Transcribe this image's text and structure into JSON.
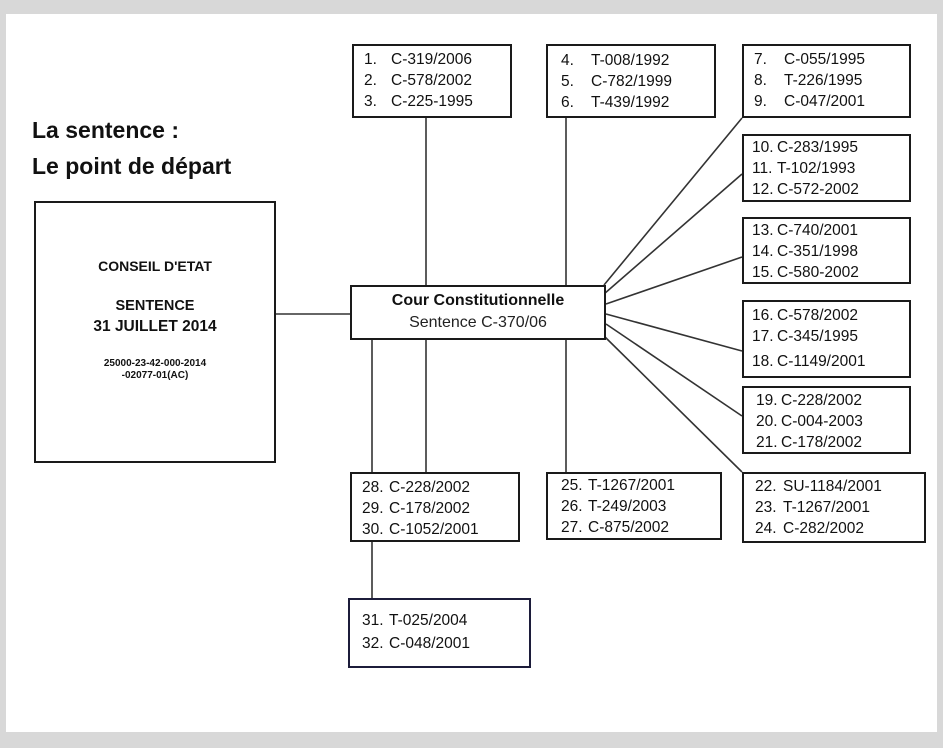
{
  "title": {
    "line1": "La sentence :",
    "line2": "Le point de départ"
  },
  "conseil": {
    "court": "CONSEIL D'ETAT",
    "label": "SENTENCE",
    "date": "31 JUILLET 2014",
    "ref_line1": "25000-23-42-000-2014",
    "ref_line2": "-02077-01(AC)"
  },
  "center": {
    "court": "Cour Constitutionnelle",
    "sentence": "Sentence C-370/06"
  },
  "groups": [
    {
      "items": [
        {
          "num": "1.",
          "ref": "C-319/2006"
        },
        {
          "num": "2.",
          "ref": "C-578/2002"
        },
        {
          "num": "3.",
          "ref": "C-225-1995"
        }
      ]
    },
    {
      "items": [
        {
          "num": "4.",
          "ref": "T-008/1992"
        },
        {
          "num": "5.",
          "ref": "C-782/1999"
        },
        {
          "num": "6.",
          "ref": "T-439/1992"
        }
      ]
    },
    {
      "items": [
        {
          "num": "7.",
          "ref": "C-055/1995"
        },
        {
          "num": "8.",
          "ref": "T-226/1995"
        },
        {
          "num": "9.",
          "ref": "C-047/2001"
        }
      ]
    },
    {
      "items": [
        {
          "num": "10.",
          "ref": "C-283/1995"
        },
        {
          "num": "11.",
          "ref": "T-102/1993"
        },
        {
          "num": "12.",
          "ref": "C-572-2002"
        }
      ]
    },
    {
      "items": [
        {
          "num": "13.",
          "ref": "C-740/2001"
        },
        {
          "num": "14.",
          "ref": "C-351/1998"
        },
        {
          "num": "15.",
          "ref": "C-580-2002"
        }
      ]
    },
    {
      "items": [
        {
          "num": "16.",
          "ref": "C-578/2002"
        },
        {
          "num": "17.",
          "ref": "C-345/1995"
        },
        {
          "num": "18.",
          "ref": "C-1149/2001"
        }
      ]
    },
    {
      "items": [
        {
          "num": "19.",
          "ref": "C-228/2002"
        },
        {
          "num": "20.",
          "ref": "C-004-2003"
        },
        {
          "num": "21.",
          "ref": "C-178/2002"
        }
      ]
    },
    {
      "items": [
        {
          "num": "22.",
          "ref": "SU-1184/2001"
        },
        {
          "num": "23.",
          "ref": "T-1267/2001"
        },
        {
          "num": "24.",
          "ref": "C-282/2002"
        }
      ]
    },
    {
      "items": [
        {
          "num": "25.",
          "ref": "T-1267/2001"
        },
        {
          "num": "26.",
          "ref": "T-249/2003"
        },
        {
          "num": "27.",
          "ref": "C-875/2002"
        }
      ]
    },
    {
      "items": [
        {
          "num": "28.",
          "ref": "C-228/2002"
        },
        {
          "num": "29.",
          "ref": "C-178/2002"
        },
        {
          "num": "30.",
          "ref": "C-1052/2001"
        }
      ]
    },
    {
      "items": [
        {
          "num": "31.",
          "ref": "T-025/2004"
        },
        {
          "num": "32.",
          "ref": "C-048/2001"
        }
      ]
    }
  ]
}
